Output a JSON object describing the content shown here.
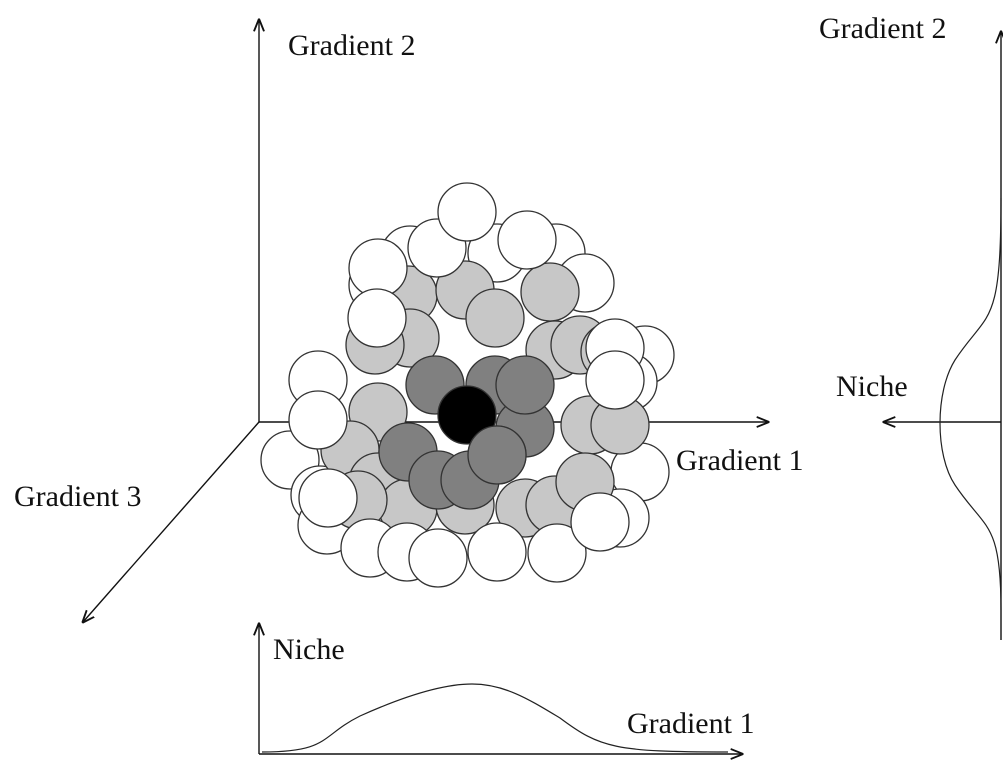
{
  "labels": {
    "main_gradient_2": "Gradient 2",
    "main_gradient_1": "Gradient 1",
    "main_gradient_3": "Gradient 3",
    "right_gradient_2": "Gradient 2",
    "right_niche": "Niche",
    "bottom_niche": "Niche",
    "bottom_gradient_1": "Gradient 1"
  },
  "colors": {
    "outer": "#ffffff",
    "middle": "#c7c7c7",
    "inner": "#808080",
    "core": "#000000",
    "line": "#111111"
  }
}
